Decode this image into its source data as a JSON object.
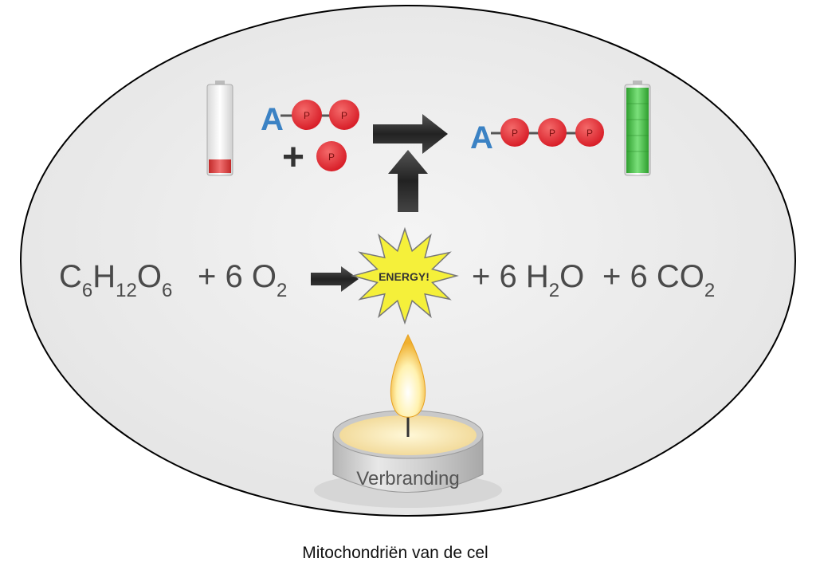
{
  "caption": "Mitochondriën van de cel",
  "energy_label": "ENERGY!",
  "candle_label": "Verbranding",
  "atp": {
    "adenosine_letter": "A",
    "phosphate_letter": "P",
    "plus": "+"
  },
  "equation": {
    "glucose": {
      "c": "C",
      "c_sub": "6",
      "h": "H",
      "h_sub": "12",
      "o": "O",
      "o_sub": "6"
    },
    "oxygen": {
      "prefix": "+ 6 ",
      "o": "O",
      "o_sub": "2"
    },
    "water": {
      "prefix": "+ 6 H",
      "h_sub": "2",
      "o": "O"
    },
    "co2": {
      "prefix": "+ 6 CO",
      "o_sub": "2"
    }
  },
  "icons": {
    "empty_battery": "battery-low-icon",
    "full_battery": "battery-full-icon",
    "candle": "tealight-candle-icon",
    "starburst": "energy-starburst-icon",
    "arrows": "arrow-icon"
  },
  "colors": {
    "adenosine": "#3b82c4",
    "phosphate": "#e0303a",
    "battery_low": "#e04040",
    "battery_full": "#3fbf3f",
    "starburst": "#f5f03a",
    "arrow": "#333333",
    "equation_text": "#4a4a4a"
  }
}
